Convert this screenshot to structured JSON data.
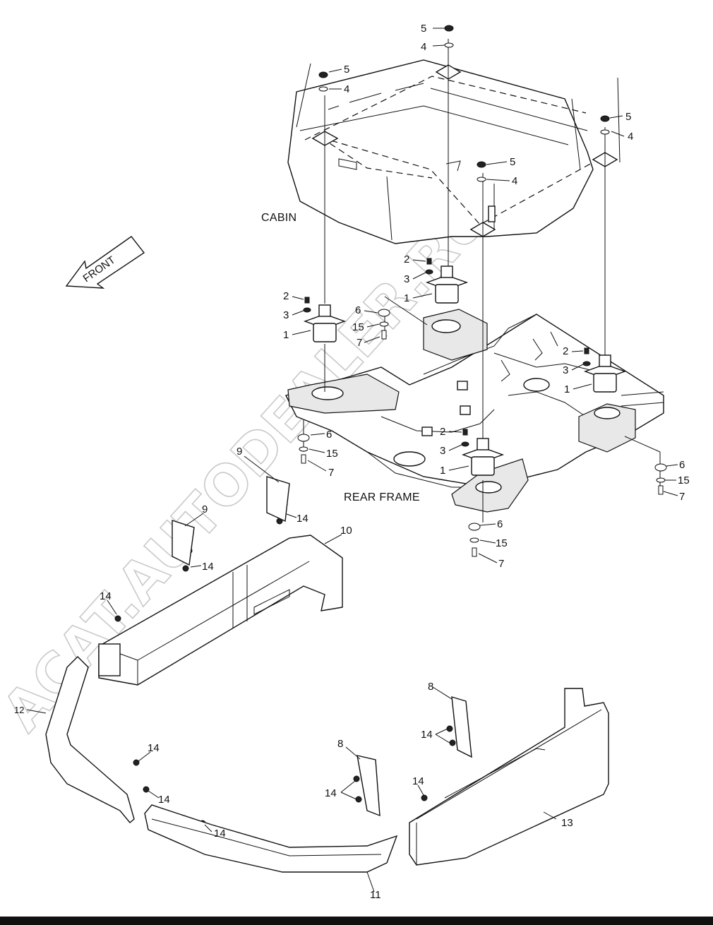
{
  "labels": {
    "cabin": "CABIN",
    "rear_frame": "REAR FRAME",
    "front": "FRONT",
    "watermark": "ACAT.AUTODEALER.RU"
  },
  "callouts": [
    {
      "id": "c5a",
      "text": "5"
    },
    {
      "id": "c4a",
      "text": "4"
    },
    {
      "id": "c5b",
      "text": "5"
    },
    {
      "id": "c4b",
      "text": "4"
    },
    {
      "id": "c5c",
      "text": "5"
    },
    {
      "id": "c4c",
      "text": "4"
    },
    {
      "id": "c5d",
      "text": "5"
    },
    {
      "id": "c4d",
      "text": "4"
    },
    {
      "id": "c2a",
      "text": "2"
    },
    {
      "id": "c3a",
      "text": "3"
    },
    {
      "id": "c1a",
      "text": "1"
    },
    {
      "id": "c2b",
      "text": "2"
    },
    {
      "id": "c3b",
      "text": "3"
    },
    {
      "id": "c1b",
      "text": "1"
    },
    {
      "id": "c2c",
      "text": "2"
    },
    {
      "id": "c3c",
      "text": "3"
    },
    {
      "id": "c1c",
      "text": "1"
    },
    {
      "id": "c2d",
      "text": "2"
    },
    {
      "id": "c3d",
      "text": "3"
    },
    {
      "id": "c1d",
      "text": "1"
    },
    {
      "id": "c6a",
      "text": "6"
    },
    {
      "id": "c15a",
      "text": "15"
    },
    {
      "id": "c7a",
      "text": "7"
    },
    {
      "id": "c6b",
      "text": "6"
    },
    {
      "id": "c15b",
      "text": "15"
    },
    {
      "id": "c7b",
      "text": "7"
    },
    {
      "id": "c6c",
      "text": "6"
    },
    {
      "id": "c15c",
      "text": "15"
    },
    {
      "id": "c7c",
      "text": "7"
    },
    {
      "id": "c6d",
      "text": "6"
    },
    {
      "id": "c15d",
      "text": "15"
    },
    {
      "id": "c7d",
      "text": "7"
    },
    {
      "id": "c9a",
      "text": "9"
    },
    {
      "id": "c9b",
      "text": "9"
    },
    {
      "id": "c10",
      "text": "10"
    },
    {
      "id": "c14a",
      "text": "14"
    },
    {
      "id": "c14b",
      "text": "14"
    },
    {
      "id": "c14c",
      "text": "14"
    },
    {
      "id": "c14d",
      "text": "14"
    },
    {
      "id": "c14e",
      "text": "14"
    },
    {
      "id": "c14f",
      "text": "14"
    },
    {
      "id": "c14g",
      "text": "14"
    },
    {
      "id": "c14h",
      "text": "14"
    },
    {
      "id": "c14i",
      "text": "14"
    },
    {
      "id": "c8a",
      "text": "8"
    },
    {
      "id": "c8b",
      "text": "8"
    },
    {
      "id": "c12",
      "text": "12"
    },
    {
      "id": "c11",
      "text": "11"
    },
    {
      "id": "c13",
      "text": "13"
    }
  ]
}
